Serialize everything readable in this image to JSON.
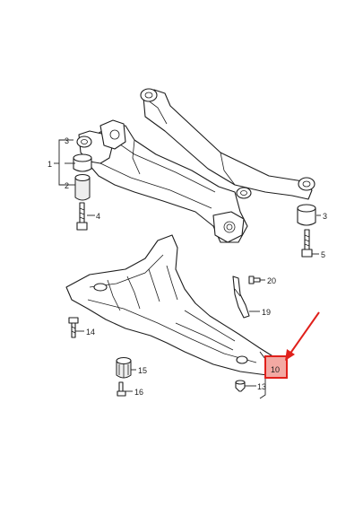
{
  "callouts": {
    "c1": "1",
    "c2": "2",
    "c3_left": "3",
    "c3_right": "3",
    "c4": "4",
    "c5": "5",
    "c10": "10",
    "c13": "13",
    "c14": "14",
    "c15": "15",
    "c16": "16",
    "c19": "19",
    "c20": "20"
  },
  "colors": {
    "line": "#1e1e1e",
    "highlight": "#e0201b",
    "highlight_fill": "#f3a9a3"
  }
}
